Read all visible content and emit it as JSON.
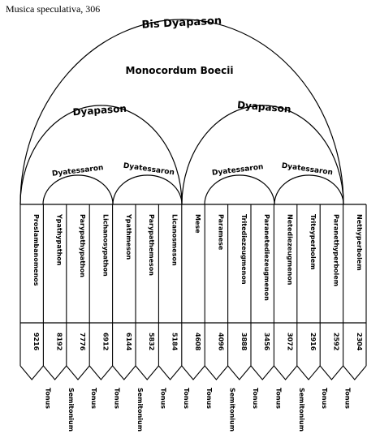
{
  "source_caption": "Musica speculativa, 306",
  "bis_dyapason": "Bis Dyapason",
  "monocordum": "Monocordum Boecii",
  "dyapason_labels": [
    "Dyapason",
    "Dyapason"
  ],
  "dyatessaron_labels": [
    "Dyatessaron",
    "Dyatessaron",
    "Dyatessaron",
    "Dyatessaron"
  ],
  "notes": [
    {
      "name": "Proslambanomenos",
      "number": "9216"
    },
    {
      "name": "Ypathypathon",
      "number": "8192"
    },
    {
      "name": "Parypathypathon",
      "number": "7776"
    },
    {
      "name": "Lichanosypathon",
      "number": "6912"
    },
    {
      "name": "Ypathmeson",
      "number": "6144"
    },
    {
      "name": "Parypathemeson",
      "number": "5832"
    },
    {
      "name": "Licanosmeson",
      "number": "5184"
    },
    {
      "name": "Mese",
      "number": "4608"
    },
    {
      "name": "Paramese",
      "number": "4096"
    },
    {
      "name": "Tritediezeugmenon",
      "number": "3888"
    },
    {
      "name": "Paranetediezeugmenon",
      "number": "3456"
    },
    {
      "name": "Netediezeugmenon",
      "number": "3072"
    },
    {
      "name": "Triteyperbolem",
      "number": "2916"
    },
    {
      "name": "Paranethyperbolem",
      "number": "2592"
    },
    {
      "name": "Nethyperbolem",
      "number": "2304"
    }
  ],
  "intervals": [
    "Tonus",
    "Semitonium",
    "Tonus",
    "Tonus",
    "Semitonium",
    "Tonus",
    "Tonus",
    "Tonus",
    "Semitonium",
    "Tonus",
    "Tonus",
    "Semitonium",
    "Tonus",
    "Tonus"
  ]
}
